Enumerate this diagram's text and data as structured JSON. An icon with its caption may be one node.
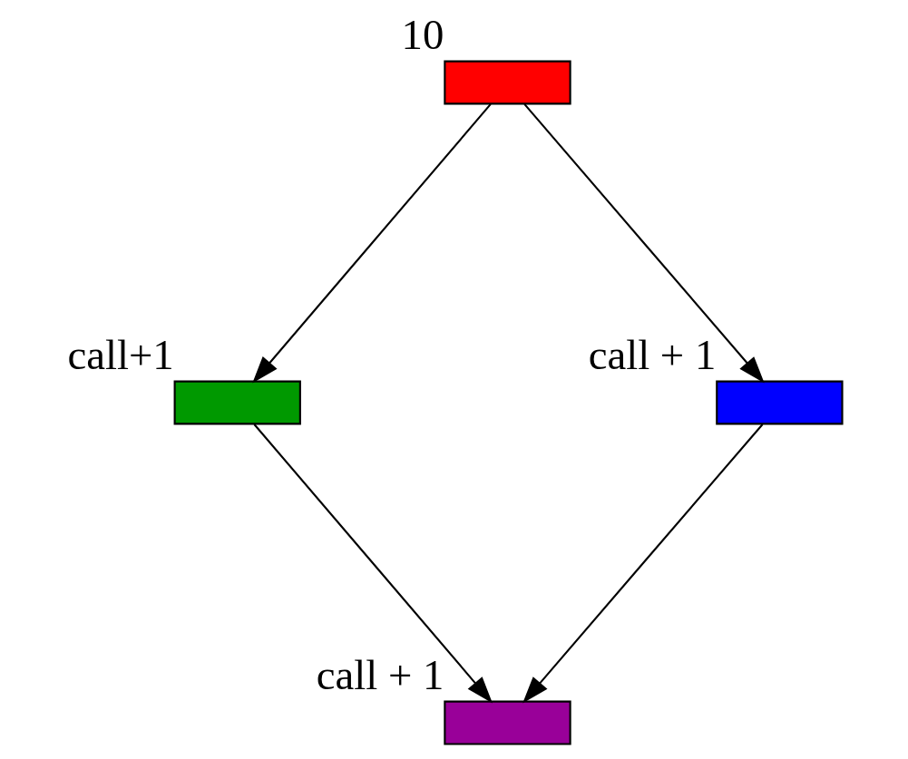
{
  "diagram": {
    "nodes": [
      {
        "text": [],
        "shape": "box",
        "beside": [
          "10"
        ]
      },
      {
        "text": [],
        "shape": "box",
        "beside": [
          "call+1"
        ]
      },
      {
        "text": [],
        "shape": "box",
        "beside": [
          "call + 1"
        ]
      },
      {
        "text": [],
        "shape": "box",
        "beside": [
          "call + 1"
        ]
      }
    ],
    "edges": [
      {
        "from": 0,
        "to": 1,
        "arrow": "to"
      },
      {
        "from": 0,
        "to": 2,
        "arrow": "to"
      },
      {
        "from": 1,
        "to": 3,
        "arrow": "to"
      },
      {
        "from": 2,
        "to": 3,
        "arrow": "to"
      }
    ]
  }
}
